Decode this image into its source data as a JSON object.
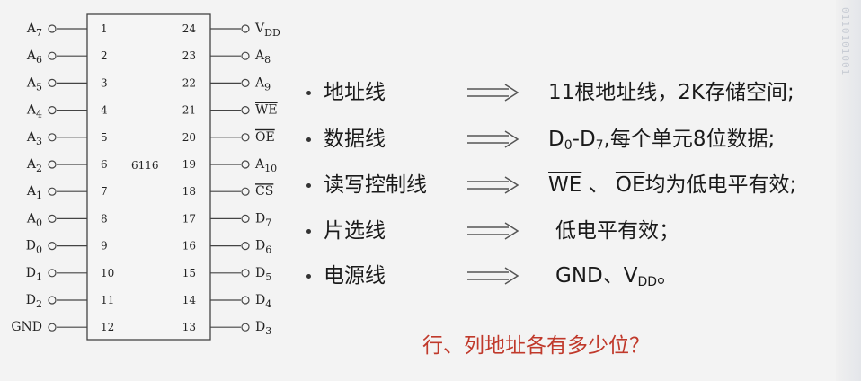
{
  "chip": {
    "name": "6116",
    "left_pins": [
      {
        "signal": "A7",
        "number": "1"
      },
      {
        "signal": "A6",
        "number": "2"
      },
      {
        "signal": "A5",
        "number": "3"
      },
      {
        "signal": "A4",
        "number": "4"
      },
      {
        "signal": "A3",
        "number": "5"
      },
      {
        "signal": "A2",
        "number": "6"
      },
      {
        "signal": "A1",
        "number": "7"
      },
      {
        "signal": "A0",
        "number": "8"
      },
      {
        "signal": "D0",
        "number": "9"
      },
      {
        "signal": "D1",
        "number": "10"
      },
      {
        "signal": "D2",
        "number": "11"
      },
      {
        "signal": "GND",
        "number": "12"
      }
    ],
    "right_pins": [
      {
        "signal": "VDD",
        "number": "24"
      },
      {
        "signal": "A8",
        "number": "23"
      },
      {
        "signal": "A9",
        "number": "22"
      },
      {
        "signal": "WE",
        "number": "21",
        "overline": true
      },
      {
        "signal": "OE",
        "number": "20",
        "overline": true
      },
      {
        "signal": "A10",
        "number": "19"
      },
      {
        "signal": "CS",
        "number": "18",
        "overline": true
      },
      {
        "signal": "D7",
        "number": "17"
      },
      {
        "signal": "D6",
        "number": "16"
      },
      {
        "signal": "D5",
        "number": "15"
      },
      {
        "signal": "D4",
        "number": "14"
      },
      {
        "signal": "D3",
        "number": "13"
      }
    ]
  },
  "rows": [
    {
      "label": "地址线",
      "desc": "11根地址线，2K存储空间;"
    },
    {
      "label": "数据线",
      "desc_parts": [
        "D",
        "0",
        "-D",
        "7",
        ",每个单元8位数据;"
      ]
    },
    {
      "label": "读写控制线",
      "desc_parts": [
        "WE",
        " 、 ",
        "OE",
        "均为低电平有效;"
      ]
    },
    {
      "label": "片选线",
      "desc": "低电平有效；"
    },
    {
      "label": "电源线",
      "desc_parts": [
        "GND、V",
        "DD",
        "。"
      ]
    }
  ],
  "question": "行、列地址各有多少位？",
  "watermark": "0110101001",
  "colors": {
    "question": "#c0392b",
    "text": "#1a1a1a"
  }
}
